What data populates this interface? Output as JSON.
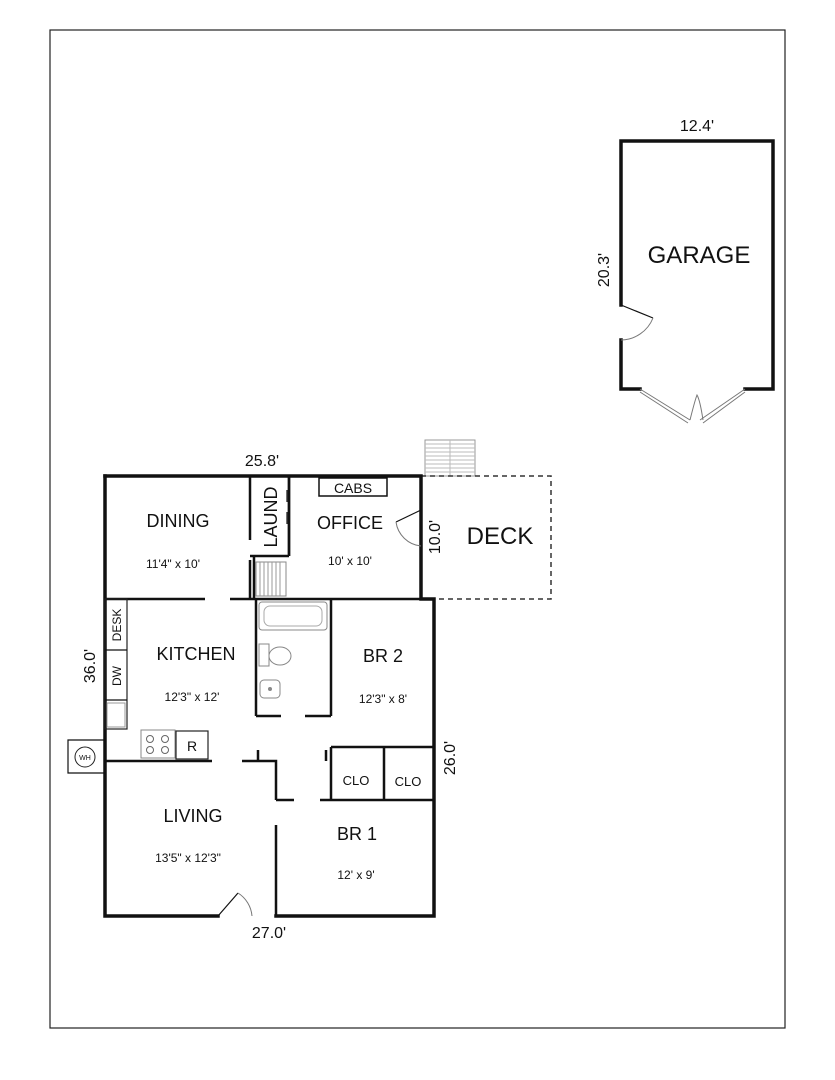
{
  "rooms": {
    "dining": {
      "name": "DINING",
      "size": "11'4\" x 10'"
    },
    "laundry": {
      "name": "LAUND"
    },
    "cabinets": {
      "name": "CABS"
    },
    "office": {
      "name": "OFFICE",
      "size": "10' x 10'"
    },
    "deck": {
      "name": "DECK"
    },
    "desk": {
      "name": "DESK"
    },
    "dishwasher": {
      "name": "DW"
    },
    "kitchen": {
      "name": "KITCHEN",
      "size": "12'3\" x 12'"
    },
    "refrigerator": {
      "name": "R"
    },
    "br2": {
      "name": "BR 2",
      "size": "12'3\" x 8'"
    },
    "closet1": {
      "name": "CLO"
    },
    "closet2": {
      "name": "CLO"
    },
    "water_heater": {
      "name": "WH"
    },
    "living": {
      "name": "LIVING",
      "size": "13'5\" x 12'3\""
    },
    "br1": {
      "name": "BR 1",
      "size": "12' x 9'"
    },
    "garage": {
      "name": "GARAGE"
    }
  },
  "dimensions": {
    "top": "25.8'",
    "left": "36.0'",
    "bottom": "27.0'",
    "right": "26.0'",
    "office_deck": "10.0'",
    "garage_width": "12.4'",
    "garage_depth": "20.3'"
  }
}
